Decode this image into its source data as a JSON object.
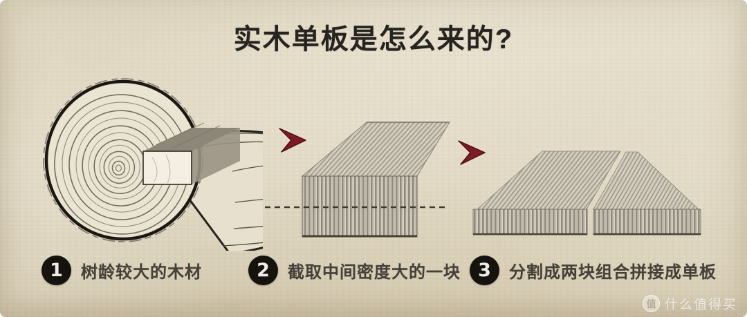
{
  "title": "实木单板是怎么来的?",
  "steps": [
    {
      "number": "1",
      "label": "树龄较大的木材",
      "illustration": "aged-log-with-center-cut-sketch"
    },
    {
      "number": "2",
      "label": "截取中间密度大的一块",
      "illustration": "center-plank-with-dashed-cut-line"
    },
    {
      "number": "3",
      "label": "分割成两块组合拼接成单板",
      "illustration": "two-split-boards-side-by-side"
    }
  ],
  "arrows": {
    "glyph": "chevron-right",
    "count": 2
  },
  "watermark": {
    "logo": "值",
    "text": "什么值得买"
  },
  "colors": {
    "paper": "#e8e1cf",
    "title_ink": "#262420",
    "step_text": "#45413a",
    "badge_black": "#16130f",
    "arrow_red": "#7d1a26",
    "wood_stripe_gray": "#8f897c",
    "wood_light": "#d9d3c5"
  }
}
